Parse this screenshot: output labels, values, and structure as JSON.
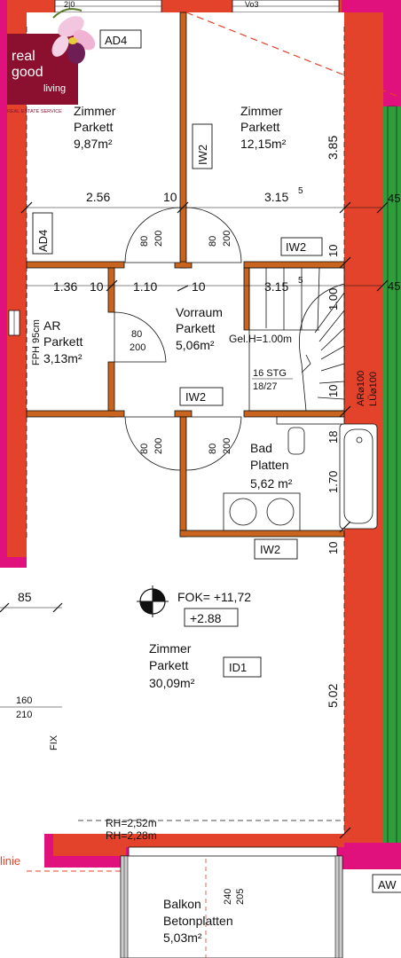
{
  "colors": {
    "outer_wall": "#e0107c",
    "wall_fill": "#e2432a",
    "interior_wall": "#c8641e",
    "green_wall": "#2e9e3a",
    "line": "#111111",
    "logo_bg": "#8b0f2e"
  },
  "logo": {
    "line1": "real",
    "line2": "good",
    "line3": "living",
    "tagline": "REAL ESTATE SERVICE",
    "icon": "orchid-flower-icon"
  },
  "rooms": {
    "zimmer_top_left": {
      "name": "Zimmer",
      "floor": "Parkett",
      "area": "9,87m²"
    },
    "zimmer_top_right": {
      "name": "Zimmer",
      "floor": "Parkett",
      "area": "12,15m²"
    },
    "ar": {
      "name": "AR",
      "floor": "Parkett",
      "area": "3,13m²"
    },
    "vorraum": {
      "name": "Vorraum",
      "floor": "Parkett",
      "area": "5,06m²"
    },
    "bad": {
      "name": "Bad",
      "floor": "Platten",
      "area": "5,62 m²"
    },
    "zimmer_main": {
      "name": "Zimmer",
      "floor": "Parkett",
      "area": "30,09m²"
    },
    "balkon": {
      "name": "Balkon",
      "floor": "Betonplatten",
      "area": "5,03m²"
    }
  },
  "tags": {
    "ad4_top": "AD4",
    "ad4_left": "AD4",
    "iw2_vertical": "IW2",
    "iw2_stair": "IW2",
    "iw2_mid": "IW2",
    "iw2_bad": "IW2",
    "id1": "ID1",
    "aw": "AW"
  },
  "dimensions": {
    "d_256": "2.56",
    "d_10a": "10",
    "d_315_top": "3.15",
    "d_315_top_sup": "5",
    "d_136": "1.36",
    "d_10b": "10",
    "d_110": "1.10",
    "d_10c": "10",
    "d_315_mid": "3.15",
    "d_315_mid_sup": "5",
    "d_385": "3.85",
    "d_10_right1": "10",
    "d_100": "1.00",
    "d_10_right2": "10",
    "d_18": "18",
    "d_170": "1.70",
    "d_10_right3": "10",
    "d_502": "5.02",
    "d_85": "85",
    "d_45a": "45",
    "d_45b": "45"
  },
  "doors": {
    "door_zimmer_left": {
      "w": "80",
      "h": "200"
    },
    "door_zimmer_right": {
      "w": "80",
      "h": "200"
    },
    "door_ar": {
      "w": "80",
      "h": "200"
    },
    "door_bottom_left": {
      "w": "80",
      "h": "200"
    },
    "door_bottom_right": {
      "w": "80",
      "h": "200"
    }
  },
  "annotations": {
    "fph": "FPH 95cm",
    "gel_h": "Gel.H=1.00m",
    "stg": "16 STG",
    "stg_ratio": "18/27",
    "ar_label": "AR⌀100",
    "lue_label": "LÜ⌀100",
    "fok": "FOK= +11,72",
    "level": "+2.88",
    "window_left_w": "160",
    "window_left_h": "210",
    "fix": "FIX",
    "rh1": "RH=2,52m",
    "rh2": "RH=2,28m",
    "balkon_240": "240",
    "balkon_205": "205",
    "linie": "linie",
    "top_dim_left": "2|0",
    "top_dim_right": "Vo3"
  }
}
